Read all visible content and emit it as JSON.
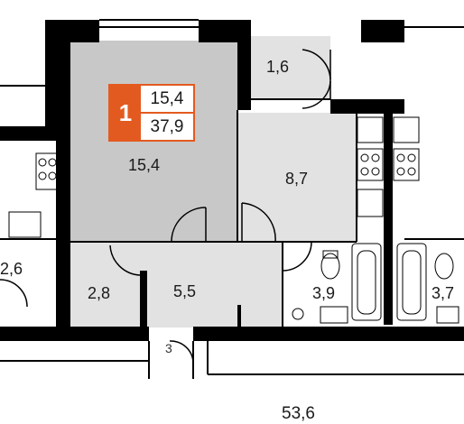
{
  "apartment": {
    "number": "1",
    "living_area": "15,4",
    "total_area": "37,9"
  },
  "rooms": [
    {
      "id": "room",
      "area": "15,4"
    },
    {
      "id": "balcony",
      "area": "1,6"
    },
    {
      "id": "kitchen",
      "area": "8,7"
    },
    {
      "id": "hall",
      "area": "5,5"
    },
    {
      "id": "wardrobe",
      "area": "2,8"
    },
    {
      "id": "bathroom",
      "area": "3,9"
    },
    {
      "id": "neighbor-left",
      "area": "2,6"
    },
    {
      "id": "neighbor-right",
      "area": "3,7"
    }
  ],
  "entrance_label": "3",
  "corridor_area": "53,6",
  "colors": {
    "living_fill": "#c8c8c8",
    "wet_fill": "#e6e6e6",
    "wall": "#000000",
    "badge_accent": "#e35a20"
  }
}
